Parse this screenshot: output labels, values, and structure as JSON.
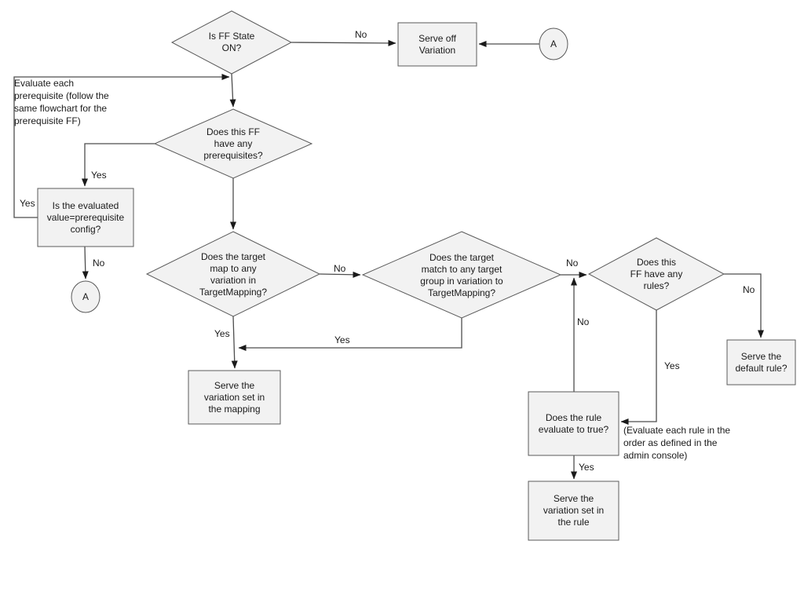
{
  "colors": {
    "canvas_bg": "#ffffff",
    "shape_fill": "#f2f2f2",
    "shape_stroke": "#5b5b5b",
    "line": "#4d4d4d",
    "arrow": "#1a1a1a",
    "text": "#1a1a1a"
  },
  "nodes": {
    "ff_state": [
      "Is FF State",
      "ON?"
    ],
    "serve_off_variation": [
      "Serve off",
      "Variation"
    ],
    "connector_a_top": "A",
    "prerequisites": [
      "Does this FF",
      "have any",
      "prerequisites?"
    ],
    "evaluated_value": [
      "Is the evaluated",
      "value=prerequisite",
      "config?"
    ],
    "connector_a_left": "A",
    "target_map": [
      "Does the target",
      "map to any",
      "variation in",
      "TargetMapping?"
    ],
    "target_match": [
      "Does the target",
      "match to any target",
      "group in variation to",
      "TargetMapping?"
    ],
    "ff_rules": [
      "Does this",
      "FF have any",
      "rules?"
    ],
    "serve_default_rule": [
      "Serve the",
      "default rule?"
    ],
    "rule_evaluates": [
      "Does the rule",
      "evaluate to true?"
    ],
    "serve_variation_rule": [
      "Serve the",
      "variation set in",
      "the rule"
    ],
    "serve_variation_mapping": [
      "Serve the",
      "variation set in",
      "the mapping"
    ]
  },
  "edge_labels": {
    "ff_state_no": "No",
    "prerequisites_yes": "Yes",
    "evaluated_value_yes": "Yes",
    "evaluated_value_no": "No",
    "target_map_yes": "Yes",
    "target_map_no": "No",
    "target_match_yes": "Yes",
    "target_match_no": "No",
    "rule_evaluates_no": "No",
    "ff_rules_no": "No",
    "ff_rules_yes": "Yes",
    "rule_evaluates_yes": "Yes"
  },
  "notes": {
    "prerequisite_note": [
      "Evaluate each",
      "prerequisite (follow the",
      "same flowchart for the",
      "prerequisite FF)"
    ],
    "rule_order_note": [
      "(Evaluate each rule in the",
      "order as defined in the",
      "admin console)"
    ]
  }
}
